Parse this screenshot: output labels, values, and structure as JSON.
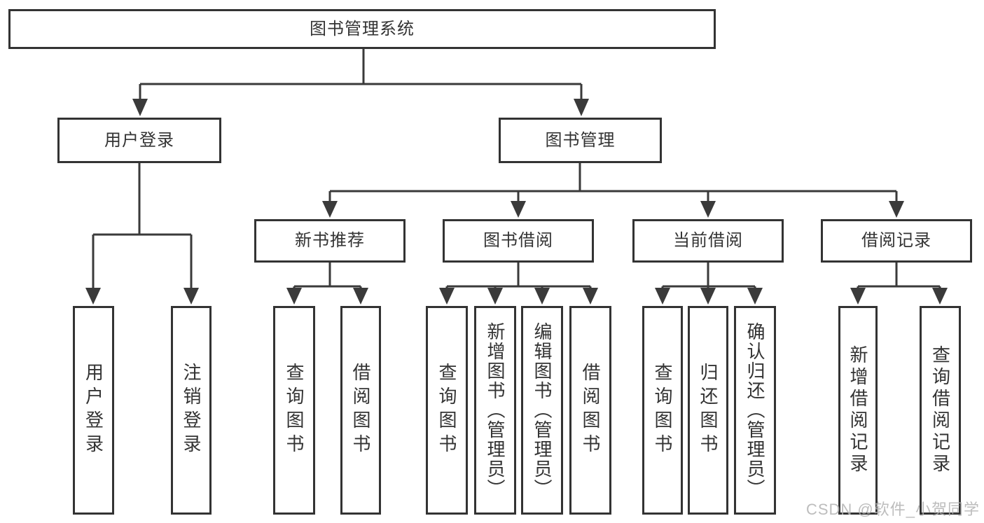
{
  "diagram": {
    "root": {
      "label": "图书管理系统"
    },
    "level2": {
      "user_login": {
        "label": "用户登录"
      },
      "book_management": {
        "label": "图书管理"
      }
    },
    "level3": {
      "new_book_recommend": {
        "label": "新书推荐"
      },
      "book_borrow": {
        "label": "图书借阅"
      },
      "current_borrow": {
        "label": "当前借阅"
      },
      "borrow_record": {
        "label": "借阅记录"
      }
    },
    "leaves": {
      "user_login": [
        "用户登录",
        "注销登录"
      ],
      "new_book_recommend": [
        "查询图书",
        "借阅图书"
      ],
      "book_borrow": [
        "查询图书",
        "新增图书（管理员）",
        "编辑图书（管理员）",
        "借阅图书"
      ],
      "current_borrow": [
        "查询图书",
        "归还图书",
        "确认归还（管理员）"
      ],
      "borrow_record": [
        "新增借阅记录",
        "查询借阅记录"
      ]
    }
  },
  "watermark": {
    "text": "CSDN @软件_小贺同学"
  },
  "colors": {
    "line": "#3a3a3a",
    "border": "#333333",
    "text": "#333333",
    "watermark": "#b2b2b2",
    "background": "#ffffff"
  }
}
